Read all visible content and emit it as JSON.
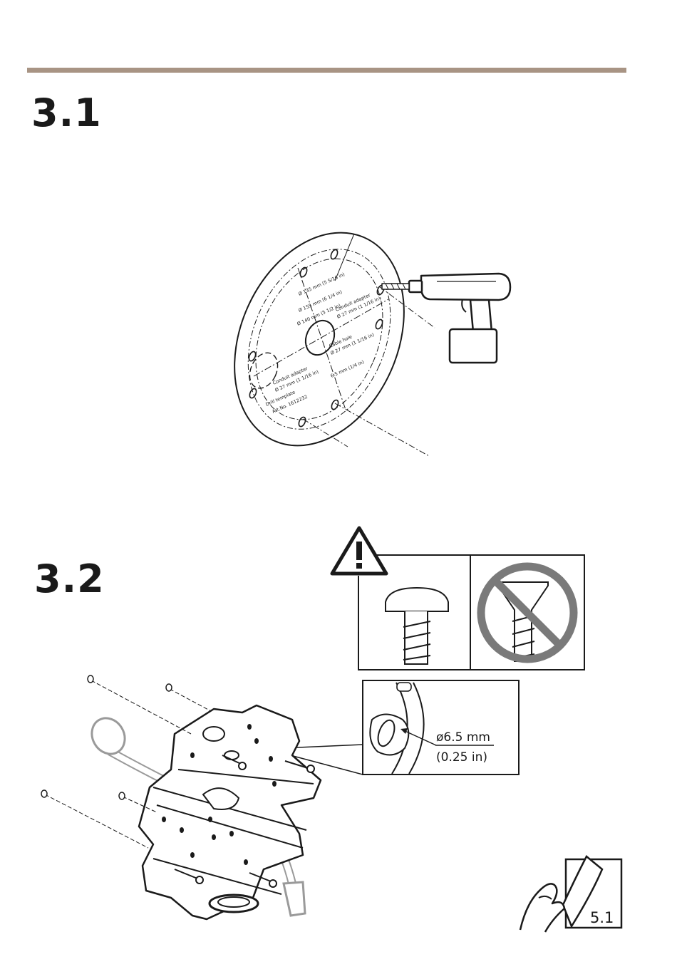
{
  "colors": {
    "rule": "#A89484",
    "ink": "#1a1a1a",
    "cable": "#9a9a9a",
    "prohibit": "#7a7a7a"
  },
  "steps": [
    {
      "number": "3.1"
    },
    {
      "number": "3.2"
    }
  ],
  "template_labels": [
    "Ø 135 mm (5 5/16 in)",
    "Ø 155 mm (6 1/4 in)",
    "Ø 140 mm (5 1/2 in)",
    "Conduit adapter",
    "Ø 27 mm (1 1/16 in)",
    "Cable hole",
    "Ø 27 mm (1 1/16 in)",
    "Conduit adapter",
    "Ø 27 mm (1 1/16 in)",
    "6.5 mm (1/4 in)",
    "Drill template",
    "Art.No. 1612232"
  ],
  "callout": {
    "diameter": "ø6.5 mm",
    "inches": "(0.25 in)"
  },
  "warning": {
    "icon": "warning-triangle-icon",
    "correct": "pan-head-screw-icon",
    "incorrect": "countersunk-screw-prohibited-icon"
  },
  "page_ref": {
    "icon": "page-turn-hand-icon",
    "label": "5.1"
  }
}
